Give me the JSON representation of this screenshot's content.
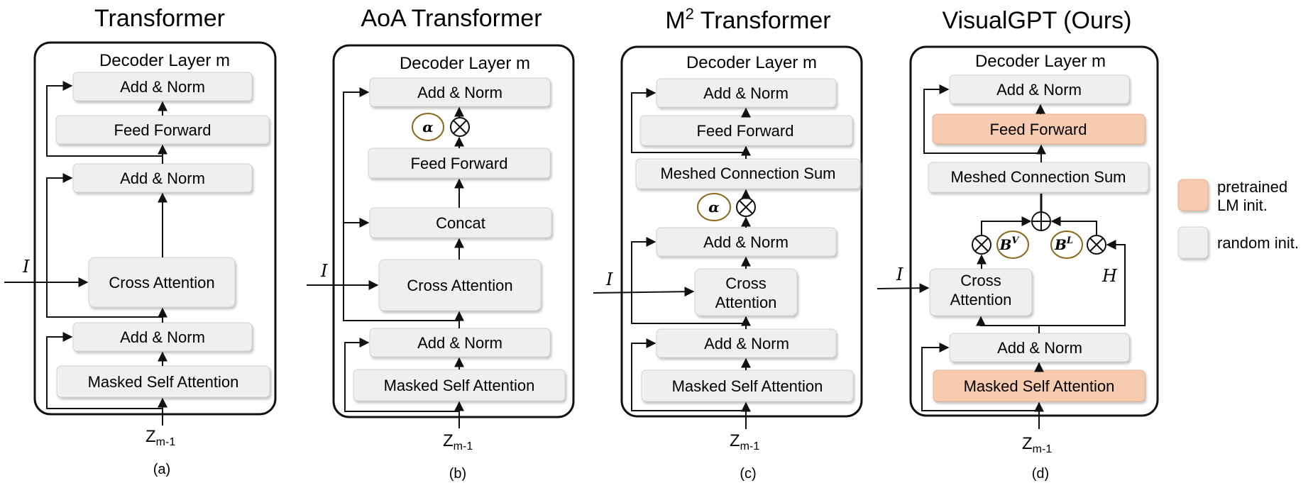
{
  "colors": {
    "block_fill": "#efefef",
    "block_stroke": "#d2d2d2",
    "pretrained_fill": "#f7cbb0",
    "pretrained_stroke": "#e8b090",
    "frame": "#111111",
    "circle_stroke": "#8a6a1c"
  },
  "panels": [
    {
      "title": "Transformer",
      "layer_title": "Decoder Layer m",
      "caption": "(a)",
      "blocks": [
        "Add & Norm",
        "Feed Forward",
        "Add & Norm",
        "Cross Attention",
        "Add & Norm",
        "Masked Self Attention"
      ]
    },
    {
      "title": "AoA Transformer",
      "layer_title": "Decoder Layer m",
      "caption": "(b)",
      "blocks": [
        "Add & Norm",
        "Feed Forward",
        "Concat",
        "Cross Attention",
        "Add & Norm",
        "Masked Self Attention"
      ],
      "gate_symbol": "α"
    },
    {
      "title_main": "M",
      "title_sup": "2",
      "title_rest": " Transformer",
      "layer_title": "Decoder Layer m",
      "caption": "(c)",
      "blocks": [
        "Add & Norm",
        "Feed Forward",
        "Meshed Connection Sum",
        "Add & Norm",
        "Cross",
        "Attention",
        "Add & Norm",
        "Masked Self Attention"
      ],
      "gate_symbol": "α"
    },
    {
      "title": "VisualGPT (Ours)",
      "layer_title": "Decoder Layer m",
      "caption": "(d)",
      "blocks": [
        "Add & Norm",
        "Feed Forward",
        "Meshed Connection Sum",
        "Cross",
        "Attention",
        "Add & Norm",
        "Masked Self Attention"
      ],
      "gate_v": "B",
      "gate_v_sup": "V",
      "gate_l": "B",
      "gate_l_sup": "L",
      "h_label": "H"
    }
  ],
  "input_label": "I",
  "z_main": "Z",
  "z_sub": "m-1",
  "legend": {
    "pretrained_line1": "pretrained",
    "pretrained_line2": "LM init.",
    "random": "random init."
  }
}
